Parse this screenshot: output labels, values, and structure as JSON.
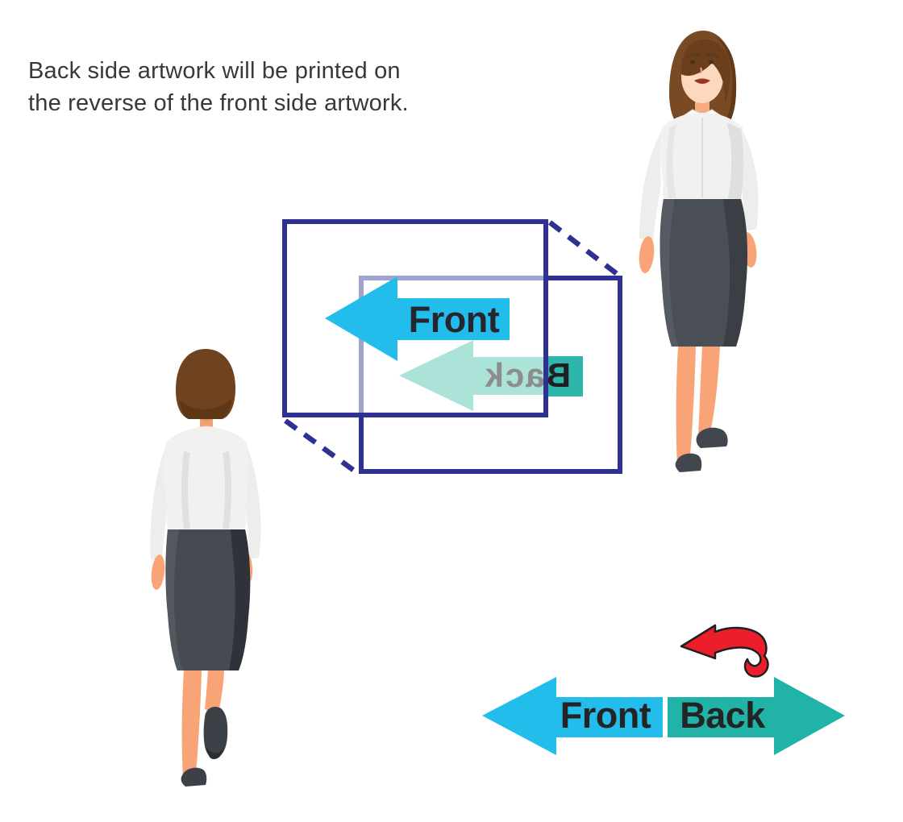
{
  "caption": {
    "line1": "Back side artwork will be printed on",
    "line2": "the reverse of the front side artwork.",
    "text_color": "#383838"
  },
  "sheet_diagram": {
    "front_label": "Front",
    "back_label_mirrored": {
      "first_letter": "B",
      "rest": "ack"
    },
    "colors": {
      "sheet_border": "#2e3192",
      "hidden_border": "#9fa3d0",
      "front_arrow": "#23bdec",
      "back_arrow_seen_through": "#abe3d9",
      "back_arrow_solid": "#2fb6aa",
      "front_label_text": "#26262e",
      "back_label_seen_through_text": "#8d8d8d",
      "back_label_solid_text": "#1f1f23"
    }
  },
  "flip_legend": {
    "front_label": "Front",
    "back_label": "Back",
    "colors": {
      "front_arrow": "#23bdec",
      "back_arrow": "#21b3a7",
      "flip_arrow": "#ec1e2b",
      "flip_arrow_outline": "#1f1f1f",
      "label_text": "#242424"
    }
  }
}
